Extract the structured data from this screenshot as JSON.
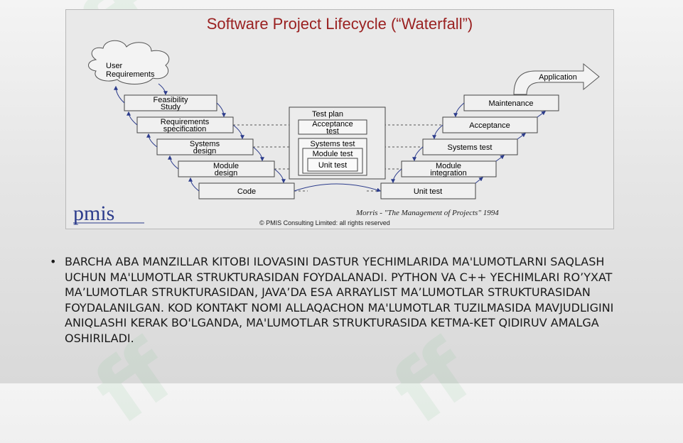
{
  "diagram": {
    "title": "Software Project Lifecycle (“Waterfall”)",
    "left_stages": [
      "User Requirements",
      "Feasibility Study",
      "Requirements specification",
      "Systems design",
      "Module design",
      "Code"
    ],
    "test_plan": {
      "heading": "Test plan",
      "items": [
        "Acceptance test",
        "Systems test",
        "Module test",
        "Unit test"
      ]
    },
    "right_stages": [
      "Unit test",
      "Module integration",
      "Systems test",
      "Acceptance",
      "Maintenance",
      "Application"
    ],
    "logo": "pmis",
    "citation": "Morris - \"The Management of Projects\" 1994",
    "copyright": "© PMIS Consulting Limited: all rights reserved",
    "colors": {
      "title": "#9a2121",
      "box_fill": "#f0f0f0",
      "box_stroke": "#444444",
      "arrow": "#2c3c8c",
      "logo": "#2c3c8c"
    }
  },
  "bullet": {
    "marker": "•",
    "text": "BARCHA ABA MANZILLAR KITOBI ILOVASINI DASTUR YECHIMLARIDA MA'LUMOTLARNI SAQLASH UCHUN MA'LUMOTLAR STRUKTURASIDAN FOYDALANADI. PYTHON VA C++ YECHIMLARI RO’YXAT MA’LUMOTLAR STRUKTURASIDAN, JAVA’DA ESA ARRAYLIST MA’LUMOTLAR STRUKTURASIDAN FOYDALANILGAN. KOD KONTAKT NOMI ALLAQACHON MA'LUMOTLAR TUZILMASIDA MAVJUDLIGINI ANIQLASHI KERAK BO'LGANDA, MA'LUMOTLAR STRUKTURASIDA KETMA-KET QIDIRUV AMALGA OSHIRILADI."
  }
}
